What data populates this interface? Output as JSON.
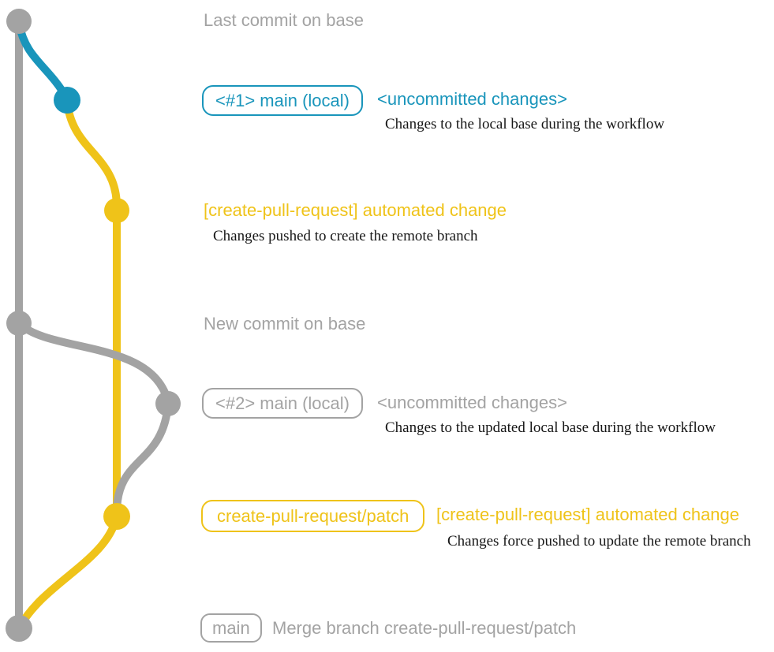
{
  "colors": {
    "teal": "#1995BB",
    "yellow": "#EFC319",
    "gray": "#A3A3A3",
    "ink": "#161616",
    "background": "#FFFFFF"
  },
  "graph": {
    "branches": [
      {
        "name": "base",
        "color": "gray"
      },
      {
        "name": "main (local)",
        "color": "teal"
      },
      {
        "name": "create-pull-request/patch",
        "color": "yellow"
      }
    ],
    "commit_dot_colors_top_to_bottom": [
      "gray",
      "teal",
      "yellow",
      "gray",
      "gray",
      "yellow",
      "gray"
    ]
  },
  "rows": {
    "last_commit": {
      "title": "Last commit on base"
    },
    "uncommitted1": {
      "badge": "<#1> main (local)",
      "title": "<uncommitted changes>",
      "description": "Changes to the local base during the workflow"
    },
    "automated1": {
      "title": "[create-pull-request] automated change",
      "description": "Changes pushed to create the remote branch"
    },
    "new_commit": {
      "title": "New commit on base"
    },
    "uncommitted2": {
      "badge": "<#2> main (local)",
      "title": "<uncommitted changes>",
      "description": "Changes to the updated local base during the workflow"
    },
    "automated2": {
      "badge": "create-pull-request/patch",
      "title": "[create-pull-request] automated change",
      "description": "Changes force pushed to update the remote branch"
    },
    "merge": {
      "badge": "main",
      "title": "Merge branch create-pull-request/patch"
    }
  }
}
